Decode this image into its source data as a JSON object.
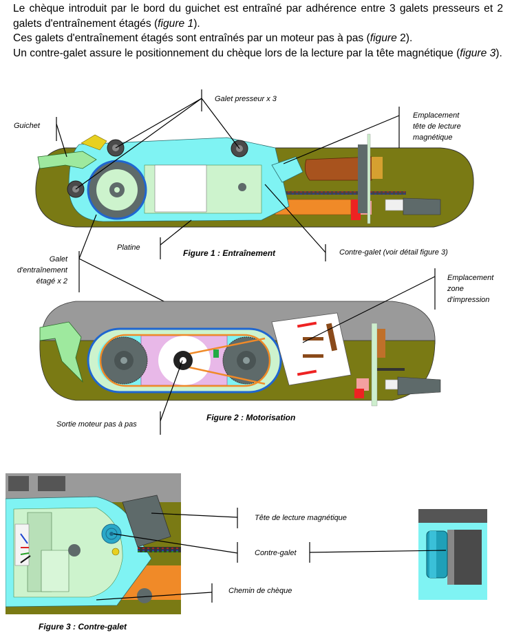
{
  "intro": {
    "line1_a": "Le chèque introduit par le bord du guichet est entraîné par adhérence entre 3 galets presseurs et 2 galets d'entraînement étagés (",
    "line1_fig": "figure 1",
    "line1_b": ").",
    "line2_a": "Ces galets d'entraînement étagés sont entraînés par un moteur pas à pas (",
    "line2_fig": "figure",
    "line2_num": " 2",
    "line2_b": ").",
    "line3_a": "Un contre-galet assure le positionnement du chèque lors de la lecture par la tête magnétique (",
    "line3_fig": "figure 3",
    "line3_b": ")."
  },
  "figure1": {
    "caption": "Figure 1 : Entraînement",
    "labels": {
      "guichet": "Guichet",
      "galet_presseur": "Galet presseur x 3",
      "emplacement_tete_1": "Emplacement",
      "emplacement_tete_2": "tête de lecture",
      "emplacement_tete_3": "magnétique",
      "platine": "Platine",
      "contre_galet": "Contre-galet (voir détail figure 3)",
      "galet_entrainement_1": "Galet",
      "galet_entrainement_2": "d'entraînement",
      "galet_entrainement_3": "étagé  x 2"
    }
  },
  "figure2": {
    "caption": "Figure 2 : Motorisation",
    "labels": {
      "emplacement_zone_1": "Emplacement",
      "emplacement_zone_2": "zone",
      "emplacement_zone_3": "d'impression",
      "sortie_moteur": "Sortie moteur pas à pas"
    }
  },
  "figure3": {
    "caption": "Figure 3 : Contre-galet",
    "labels": {
      "tete_lecture": "Tête de lecture magnétique",
      "contre_galet": "Contre-galet",
      "chemin_cheque": "Chemin de chèque"
    }
  },
  "colors": {
    "housing_olive": "#7a7a14",
    "cyan": "#7ff3f3",
    "light_green": "#cdf3cd",
    "green": "#9ee99e",
    "gray_dark": "#5e6a6a",
    "orange": "#f08a28",
    "blue": "#1f66d0",
    "red": "#ee2222",
    "brown": "#9a4a1a",
    "pink": "#e8b8e8"
  }
}
